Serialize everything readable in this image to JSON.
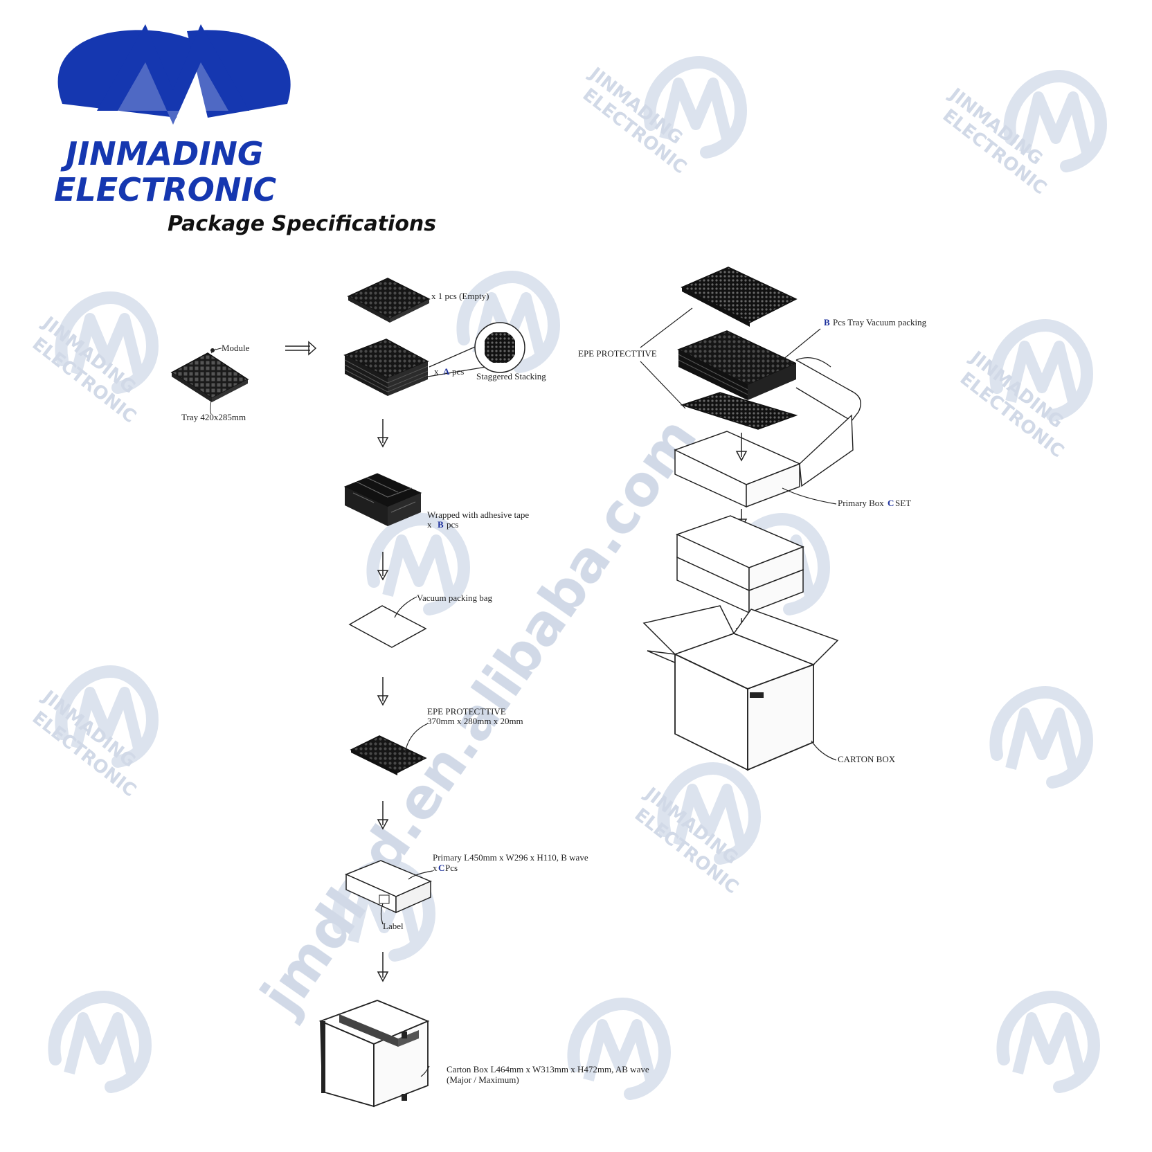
{
  "brand": {
    "line1": "JINMADING",
    "line2": "ELECTRONIC",
    "subtitle": "Package Specifications",
    "color": "#1537b0"
  },
  "watermark": {
    "brand_line1": "JINMADING",
    "brand_line2": "ELECTRONIC",
    "site": "jmdled.en.alibaba.com"
  },
  "left_flow": {
    "tray": {
      "module_label": "Module",
      "tray_label": "Tray 420x285mm"
    },
    "empty_tray": {
      "label": "x 1 pcs (Empty)"
    },
    "stack": {
      "qty_prefix": "x",
      "qty_var": "A",
      "qty_suffix": "pcs",
      "detail_label": "Staggered Stacking"
    },
    "wrapped": {
      "line1": "Wrapped with adhesive tape",
      "qty_prefix": "x",
      "qty_var": "B",
      "qty_suffix": "pcs"
    },
    "bag": {
      "label": "Vacuum packing bag"
    },
    "epe": {
      "line1": "EPE PROTECTTIVE",
      "line2": "370mm x 280mm x 20mm"
    },
    "primary": {
      "line1": "Primary L450mm x W296 x H110, B wave",
      "qty_prefix": "x",
      "qty_var": "C",
      "qty_suffix": "Pcs",
      "label_tag": "Label"
    },
    "carton": {
      "line1": "Carton Box L464mm x W313mm x H472mm, AB wave",
      "line2": "(Major / Maximum)"
    }
  },
  "right_flow": {
    "tray_vacuum": {
      "qty_var": "B",
      "label": "Pcs Tray Vacuum packing"
    },
    "epe_label": "EPE PROTECTTIVE",
    "primary_box": {
      "label_prefix": "Primary Box",
      "qty_var": "C",
      "label_suffix": "SET"
    },
    "carton_label": "CARTON BOX"
  },
  "colors": {
    "accent_blue": "#1a2e9c",
    "ink": "#222222",
    "watermark": "#c9d3e3"
  }
}
